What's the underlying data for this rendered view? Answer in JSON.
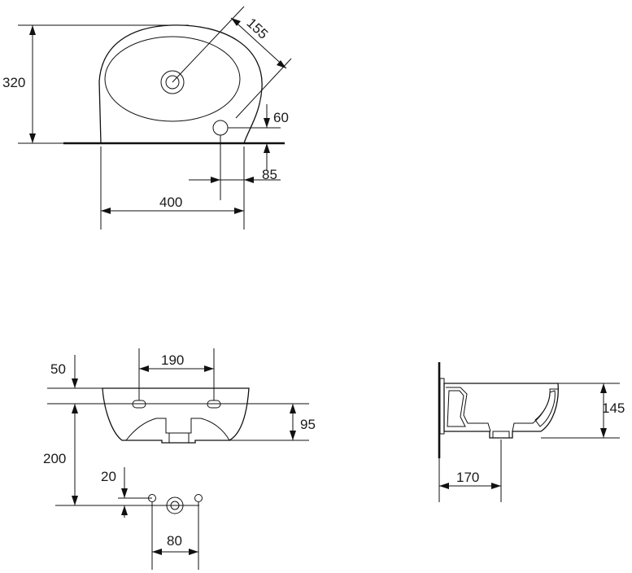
{
  "drawing": {
    "top_view": {
      "width_label": "400",
      "depth_label": "320",
      "diagonal_label": "155",
      "overflow_offset_label": "60",
      "overflow_edge_label": "85"
    },
    "front_view": {
      "hole_spacing_label": "190",
      "top_to_holes_label": "50",
      "holes_to_waste_label": "95",
      "mount_height_label": "200",
      "connector_offset_label": "20",
      "connector_spacing_label": "80"
    },
    "side_view": {
      "height_label": "145",
      "projection_label": "170"
    }
  }
}
